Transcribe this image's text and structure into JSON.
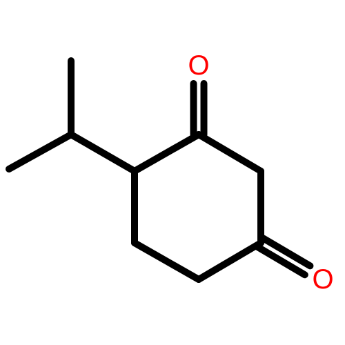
{
  "molecule": {
    "atoms": [
      {
        "id": "c1",
        "element": "C",
        "label": ""
      },
      {
        "id": "c2",
        "element": "C",
        "label": ""
      },
      {
        "id": "c3",
        "element": "C",
        "label": ""
      },
      {
        "id": "c4",
        "element": "C",
        "label": ""
      },
      {
        "id": "c5",
        "element": "C",
        "label": ""
      },
      {
        "id": "c6",
        "element": "C",
        "label": ""
      },
      {
        "id": "c7",
        "element": "C",
        "label": ""
      },
      {
        "id": "c8",
        "element": "C",
        "label": ""
      },
      {
        "id": "c9",
        "element": "C",
        "label": ""
      },
      {
        "id": "o1",
        "element": "O",
        "label": "O"
      },
      {
        "id": "o2",
        "element": "O",
        "label": "O"
      }
    ],
    "bonds": [
      {
        "from": "c1",
        "to": "c2",
        "order": 1
      },
      {
        "from": "c2",
        "to": "c3",
        "order": 1
      },
      {
        "from": "c3",
        "to": "c4",
        "order": 1
      },
      {
        "from": "c4",
        "to": "c5",
        "order": 1
      },
      {
        "from": "c5",
        "to": "c6",
        "order": 1
      },
      {
        "from": "c6",
        "to": "c1",
        "order": 1
      },
      {
        "from": "c1",
        "to": "o1",
        "order": 2
      },
      {
        "from": "c3",
        "to": "o2",
        "order": 2
      },
      {
        "from": "c6",
        "to": "c7",
        "order": 1
      },
      {
        "from": "c7",
        "to": "c8",
        "order": 1
      },
      {
        "from": "c7",
        "to": "c9",
        "order": 1
      }
    ]
  },
  "colors": {
    "bond": "#000000",
    "oxygen": "#ff0000",
    "background": "#ffffff"
  }
}
